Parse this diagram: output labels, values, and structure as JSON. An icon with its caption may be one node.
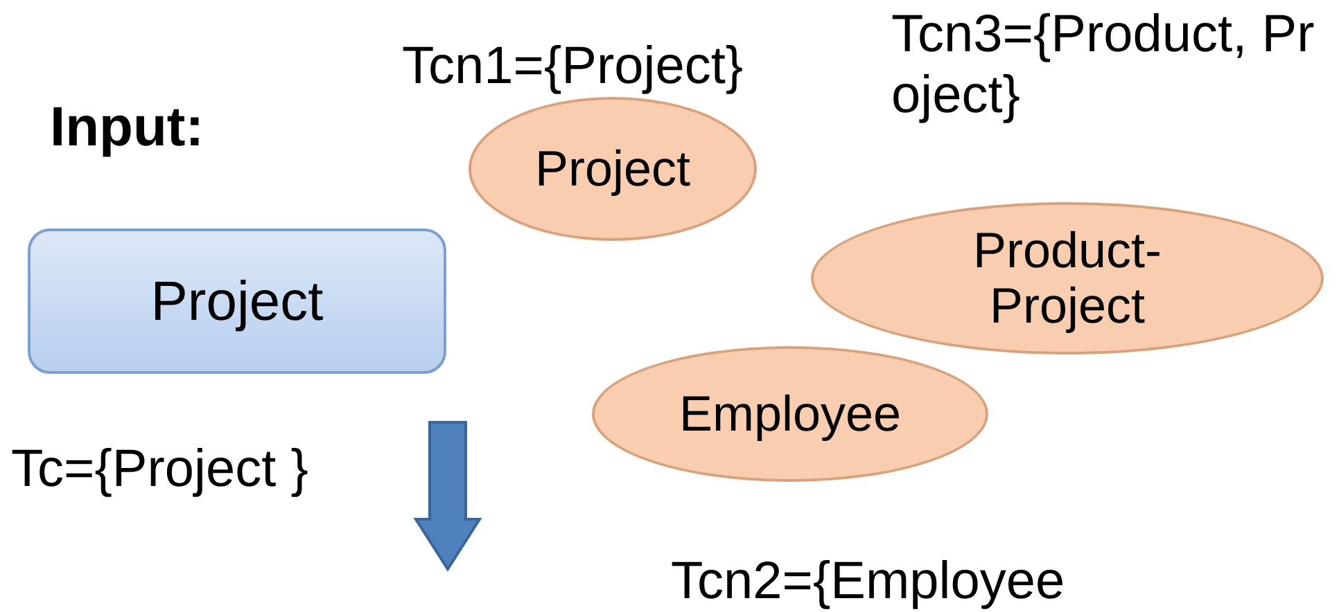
{
  "diagram": {
    "nodes": [
      {
        "text": [
          "Project"
        ]
      },
      {
        "text": [
          "Project"
        ]
      },
      {
        "text": [
          "Product-Project"
        ]
      },
      {
        "text": [
          "Employee"
        ]
      }
    ],
    "labels": [
      "Input:",
      "Tcn1={Project}",
      "Tcn3={Product, Project}",
      "Tc={Project }",
      "Tcn2={Employee"
    ]
  }
}
